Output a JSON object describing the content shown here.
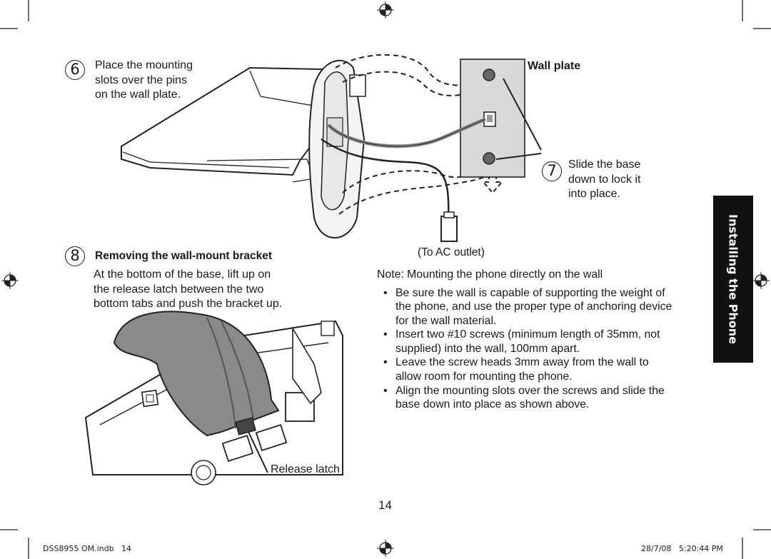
{
  "step6": {
    "number": "6",
    "lines": [
      "Place the mounting",
      "slots over the pins",
      "on the wall plate."
    ]
  },
  "wall_plate_label": "Wall plate",
  "step7": {
    "number": "7",
    "lines": [
      "Slide the base",
      "down to lock it",
      "into place."
    ]
  },
  "ac_outlet_label": "(To AC outlet)",
  "step8": {
    "number": "8",
    "title": "Removing the wall-mount bracket",
    "lines": [
      "At the bottom of the base, lift up on",
      "the release latch between the two",
      "bottom tabs and push the bracket up."
    ]
  },
  "release_latch_label": "Release latch",
  "note": {
    "title": "Note:  Mounting the phone directly on the wall",
    "bullets": [
      [
        "Be sure the wall is capable of supporting the weight of",
        "the phone, and use the proper type of anchoring device",
        "for the wall material."
      ],
      [
        "Insert two #10 screws (minimum length of 35mm, not",
        "supplied) into the wall, 100mm apart."
      ],
      [
        "Leave the screw heads 3mm away from the wall to",
        "allow room for mounting the phone."
      ],
      [
        "Align the mounting slots over the screws and slide the",
        "base down into place as shown above."
      ]
    ]
  },
  "side_tab": "Installing the Phone",
  "page_number": "14",
  "footer": {
    "file": "DSS8955 OM.indb   14",
    "timestamp": "28/7/08   5:20:44 PM"
  },
  "bullet_char": "•"
}
